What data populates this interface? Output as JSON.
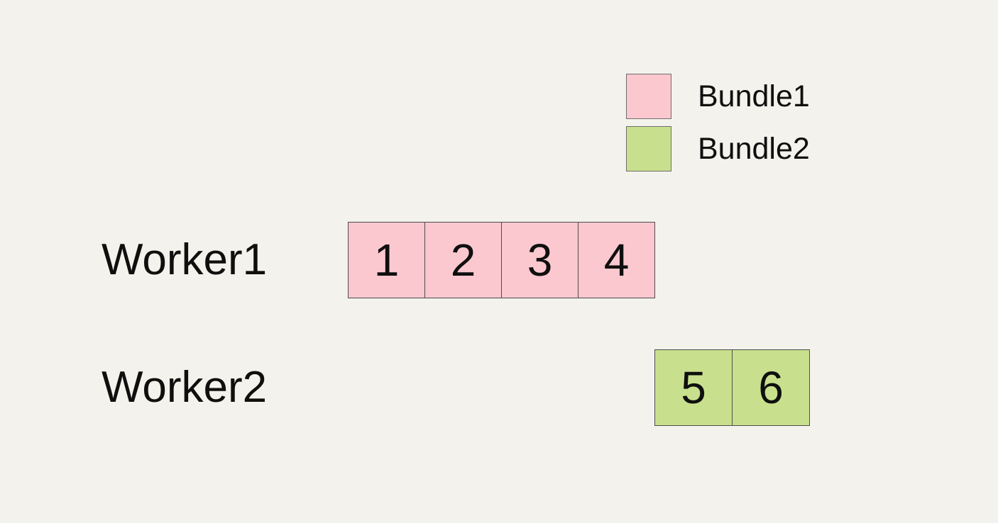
{
  "background": "#f4f2ec",
  "colors": {
    "background": "#f4f2ec",
    "bundle1": "#fac8ce",
    "bundle2": "#c8e08d",
    "cell_border": "#4d4d4d",
    "swatch_border": "#6e6e6e",
    "text": "#0f0f0e"
  },
  "legend": {
    "items": [
      {
        "label": "Bundle1",
        "color": "#fac8ce",
        "swatch_icon": "bundle1-swatch"
      },
      {
        "label": "Bundle2",
        "color": "#c8e08d",
        "swatch_icon": "bundle2-swatch"
      }
    ]
  },
  "workers": [
    {
      "label": "Worker1",
      "bundle": "Bundle1",
      "cells": [
        "1",
        "2",
        "3",
        "4"
      ]
    },
    {
      "label": "Worker2",
      "bundle": "Bundle2",
      "cells": [
        "5",
        "6"
      ]
    }
  ]
}
